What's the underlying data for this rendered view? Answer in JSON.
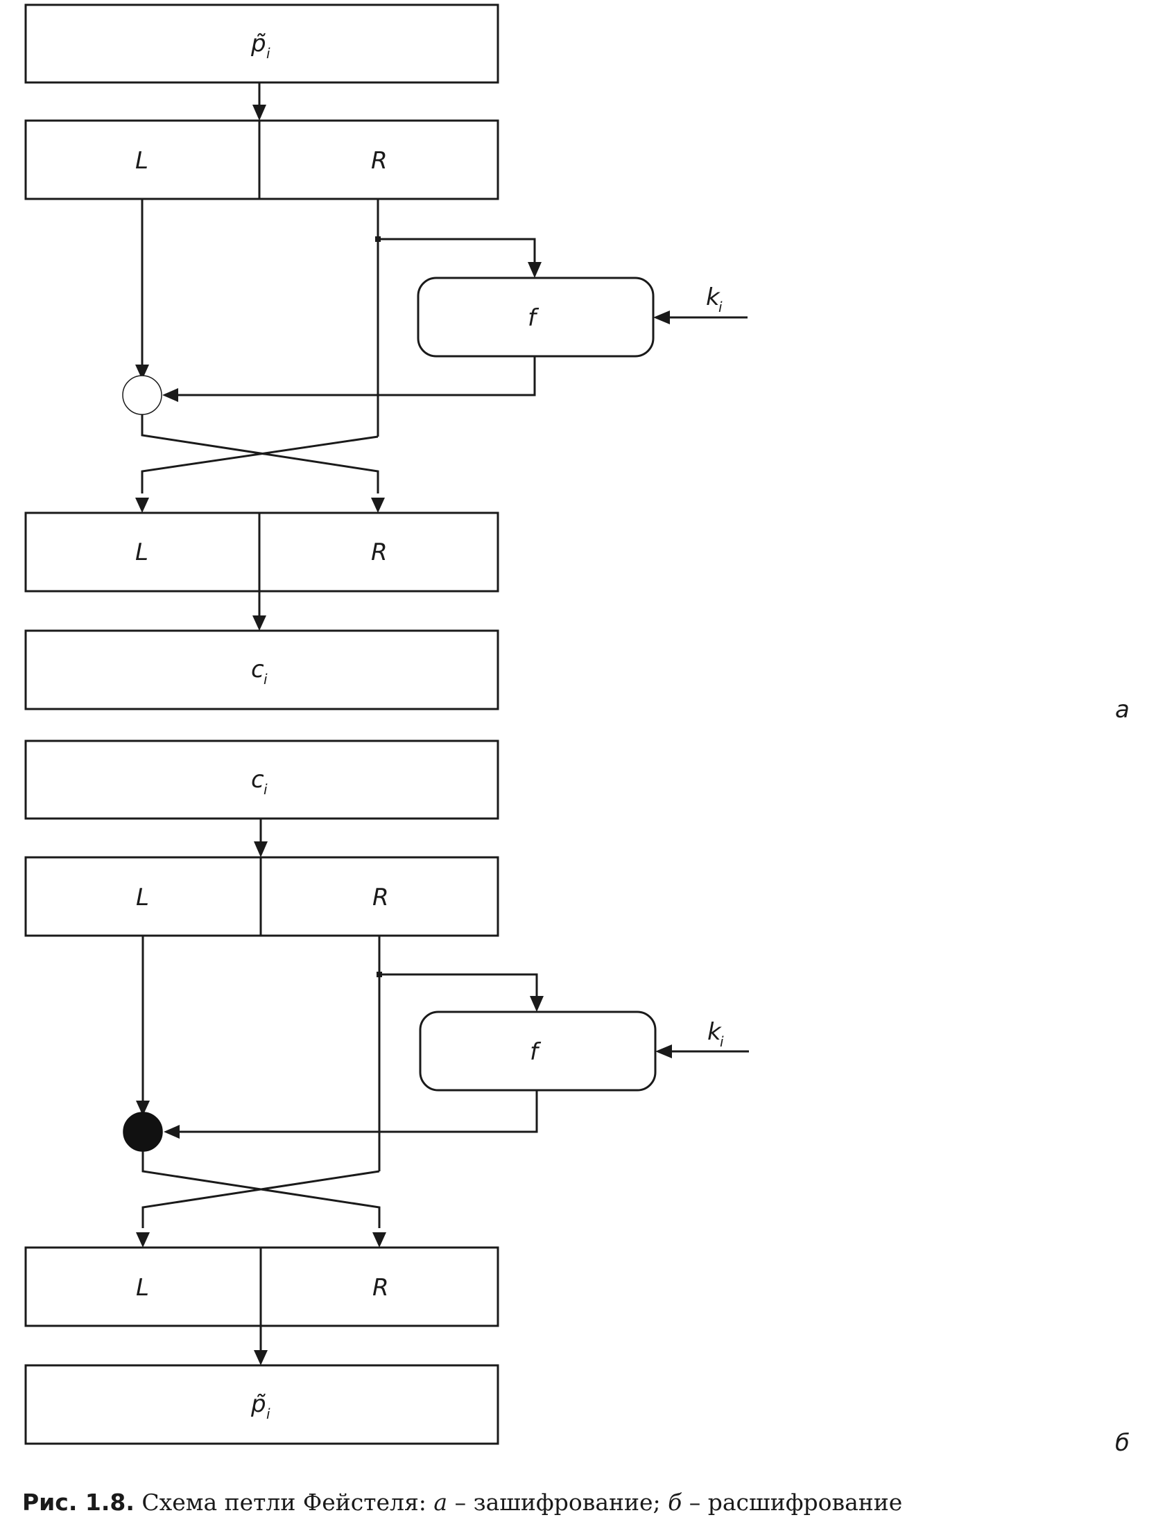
{
  "panel_a": {
    "input_block": {
      "main": "p̃",
      "sub": "i"
    },
    "upper_left": "L",
    "upper_right": "R",
    "function": "f",
    "key": {
      "main": "k",
      "sub": "i"
    },
    "lower_left": "L",
    "lower_right": "R",
    "output_block": {
      "main": "c",
      "sub": "i"
    },
    "panel_label": "а"
  },
  "panel_b": {
    "input_block": {
      "main": "c",
      "sub": "i"
    },
    "upper_left": "L",
    "upper_right": "R",
    "function": "f",
    "key": {
      "main": "k",
      "sub": "i"
    },
    "lower_left": "L",
    "lower_right": "R",
    "output_block": {
      "main": "p̃",
      "sub": "i"
    },
    "panel_label": "б"
  },
  "caption": {
    "figure_number": "Рис. 1.8.",
    "text_1": " Схема петли Фейстеля: ",
    "a_letter": "а",
    "text_2": " – зашифрование; ",
    "b_letter": "б",
    "text_3": " – расшифрование"
  },
  "xor_style": {
    "encrypt": "hollow-circle",
    "decrypt": "filled-circle"
  }
}
